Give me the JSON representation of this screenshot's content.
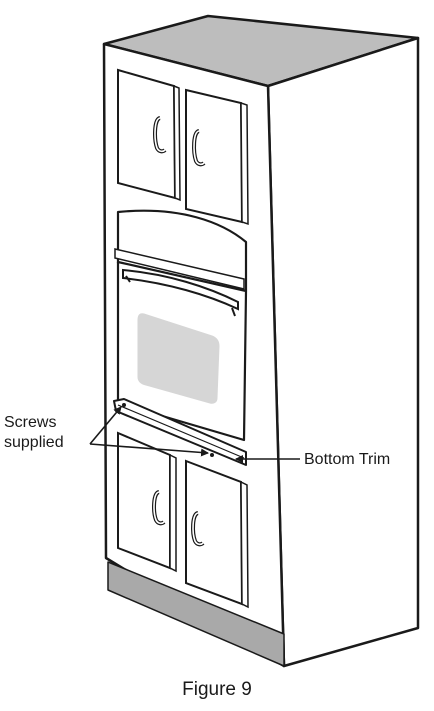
{
  "callouts": {
    "screws_line1": "Screws",
    "screws_line2": "supplied",
    "bottom_trim": "Bottom Trim"
  },
  "caption": "Figure 9",
  "colors": {
    "line": "#1a1a1a",
    "cabinet_top": "#bdbdbd",
    "toe_kick": "#a9a9a9",
    "oven_window": "#d6d6d6",
    "fill": "#ffffff"
  }
}
